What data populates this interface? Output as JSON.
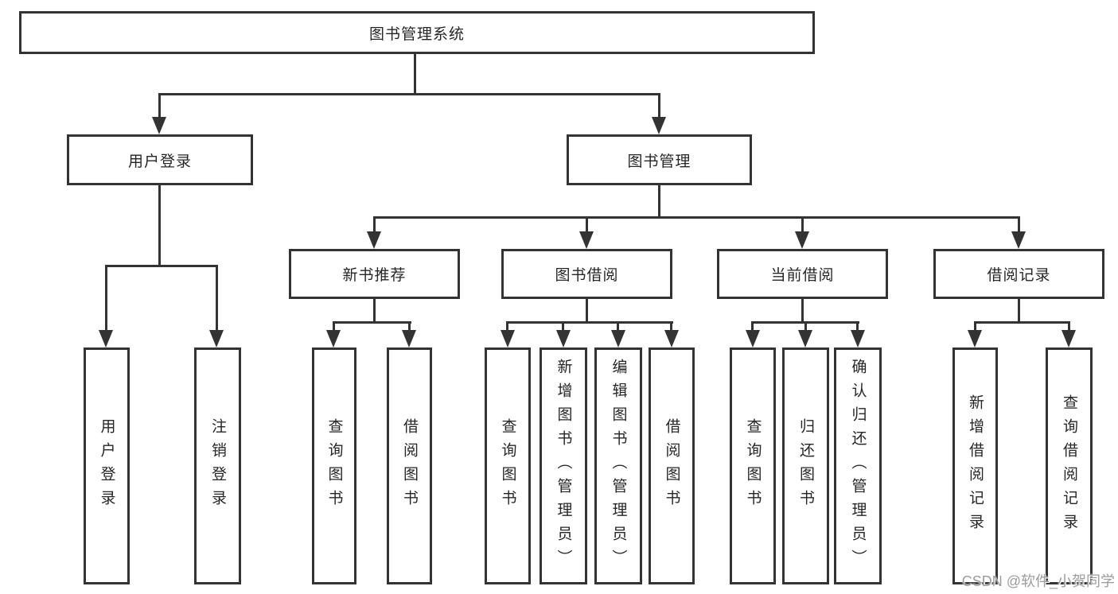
{
  "nodes": {
    "root": "图书管理系统",
    "user_login": "用户登录",
    "book_mgmt": "图书管理",
    "new_book_rec": "新书推荐",
    "book_borrow": "图书借阅",
    "current_borrow": "当前借阅",
    "borrow_record": "借阅记录",
    "leaf_user_login": "用户登录",
    "leaf_logout": "注销登录",
    "leaf_nbr_query": "查询图书",
    "leaf_nbr_borrow": "借阅图书",
    "leaf_bb_query": "查询图书",
    "leaf_bb_add": "新增图书（管理员）",
    "leaf_bb_edit": "编辑图书（管理员）",
    "leaf_bb_borrow": "借阅图书",
    "leaf_cb_query": "查询图书",
    "leaf_cb_return": "归还图书",
    "leaf_cb_confirm": "确认归还（管理员）",
    "leaf_br_add": "新增借阅记录",
    "leaf_br_query": "查询借阅记录"
  },
  "watermark": "CSDN @软件_小贺同学",
  "colors": {
    "line": "#333333",
    "text": "#262626",
    "watermark": "#9c9c9c",
    "background": "#ffffff"
  }
}
